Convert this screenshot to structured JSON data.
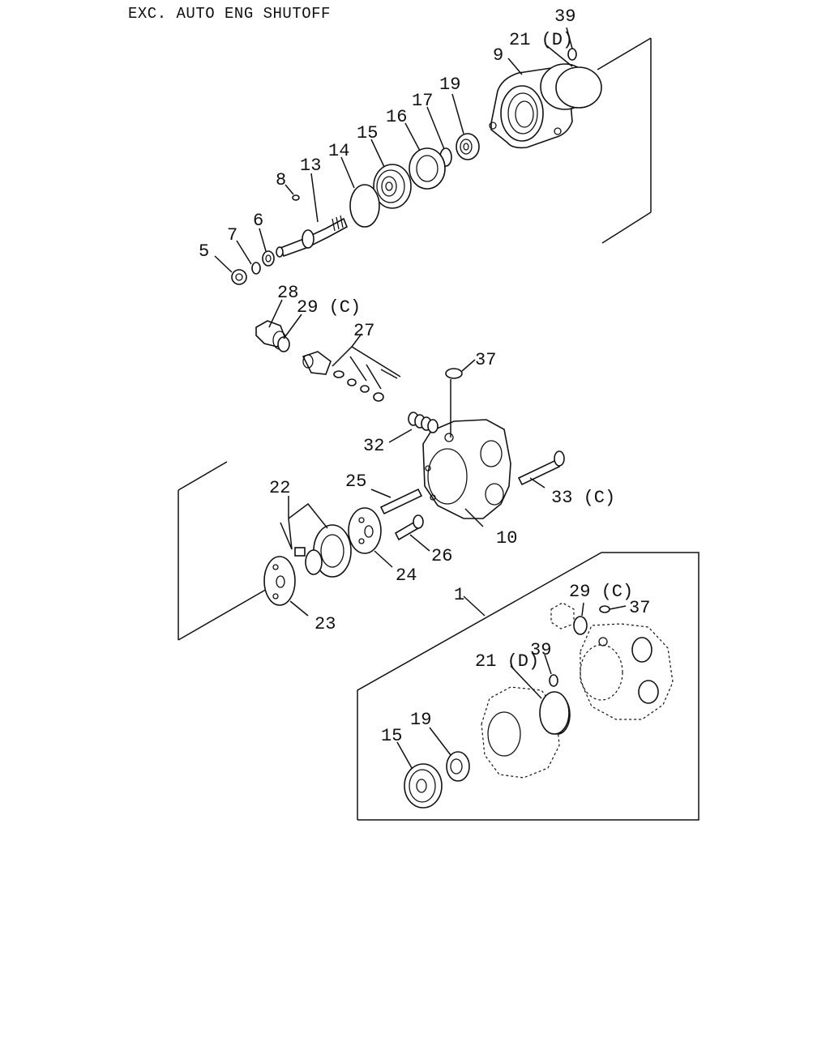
{
  "header": {
    "title": "EXC. AUTO ENG SHUTOFF"
  },
  "labels": {
    "p39_top": "39",
    "p21d_top": "21 (D)",
    "p9": "9",
    "p19_top": "19",
    "p17": "17",
    "p16": "16",
    "p15_top": "15",
    "p14": "14",
    "p13": "13",
    "p8": "8",
    "p6": "6",
    "p7": "7",
    "p5": "5",
    "p28": "28",
    "p29c_top": "29 (C)",
    "p27": "27",
    "p37_top": "37",
    "p32": "32",
    "p33c": "33 (C)",
    "p10": "10",
    "p25": "25",
    "p22": "22",
    "p26": "26",
    "p24": "24",
    "p23": "23",
    "p1": "1",
    "p29c_inset": "29 (C)",
    "p37_inset": "37",
    "p21d_inset": "21 (D)",
    "p39_inset": "39",
    "p19_inset": "19",
    "p15_inset": "15"
  }
}
